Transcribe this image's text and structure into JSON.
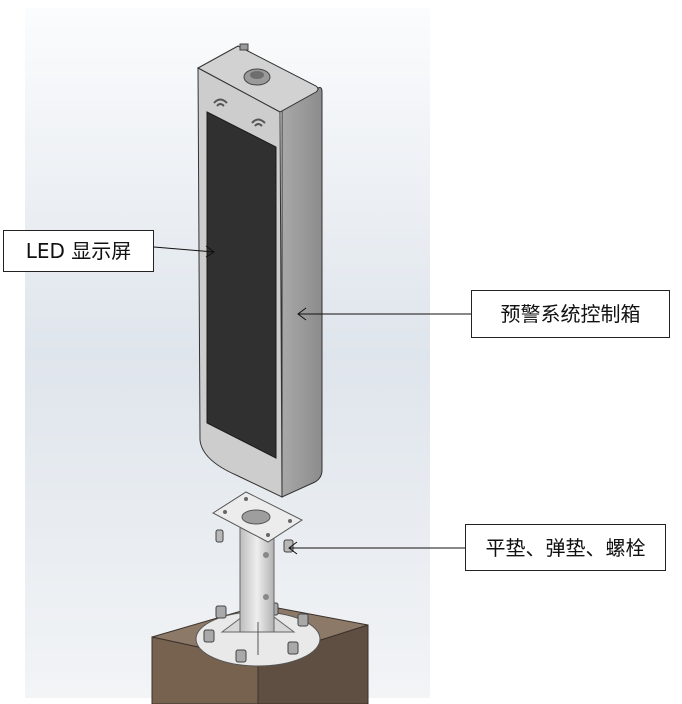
{
  "callouts": {
    "led_screen": "LED 显示屏",
    "control_box": "预警系统控制箱",
    "fasteners": "平垫、弹垫、螺栓"
  },
  "colors": {
    "background_gradient_top": "#f4f6f8",
    "background_gradient_mid": "#dde3ea",
    "housing_face": "#c9c9c9",
    "housing_side": "#9a9a9a",
    "screen": "#2e2e2e",
    "pole": "#d5d5d5",
    "plinth_top": "#8a7767",
    "plinth_side": "#6f5d4f",
    "callout_border": "#222222"
  },
  "icons": [
    "signal-icon",
    "signal-icon"
  ]
}
